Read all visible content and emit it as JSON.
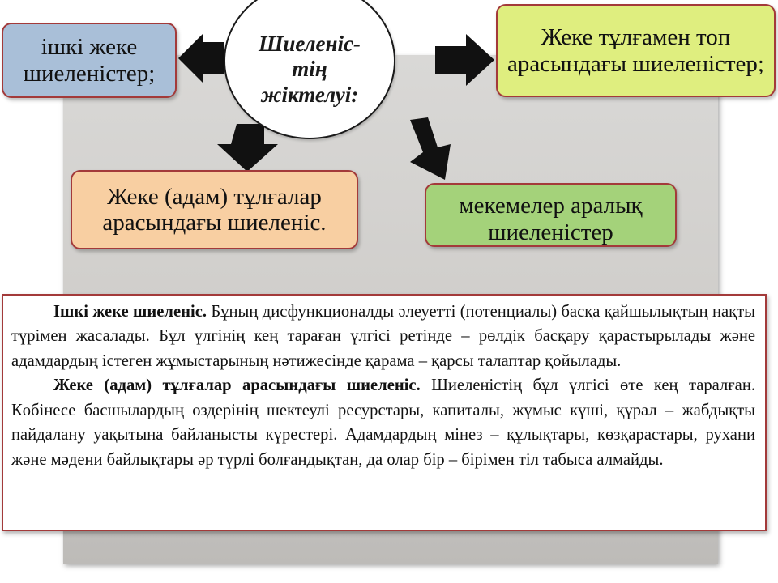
{
  "center": {
    "title": "Шиеленіс-тің жіктелуі:"
  },
  "boxes": {
    "internal": "ішкі жеке шиеленістер;",
    "group": "Жеке тұлғамен топ арасындағы шиеленістер;",
    "personal": "Жеке (адам) тұлғалар арасындағы шиеленіс.",
    "org": "мекемелер аралық шиеленістер"
  },
  "text": {
    "p1_bold": "Ішкі жеке шиеленіс.",
    "p1_body": " Бұның дисфункционалды әлеуетті (потенциалы) басқа қайшылықтың  нақты түрімен жасалады. Бұл үлгінің кең тараған үлгісі  ретінде – рөлдік басқару қарастырылады және адамдардың істеген жұмыстарының нәтижесінде қарама – қарсы талаптар қойылады.",
    "p2_bold": "Жеке (адам) тұлғалар арасындағы шиеленіс.",
    "p2_body": " Шиеленістің бұл үлгісі өте кең таралған. Көбінесе басшылардың  өздерінің шектеулі ресурстары, капиталы, жұмыс күші, құрал – жабдықты пайдалану уақытына байланысты күрестері. Адамдардың мінез – құлықтары, көзқарастары, рухани және мәдени байлықтары әр түрлі болғандықтан, да олар бір – бірімен тіл табыса алмайды."
  },
  "colors": {
    "internal_box": "#a9bfd8",
    "group_box": "#dfee7f",
    "personal_box": "#f8cfa2",
    "org_box": "#a4d27a",
    "border": "#a33a3a",
    "arrow": "#111111"
  }
}
